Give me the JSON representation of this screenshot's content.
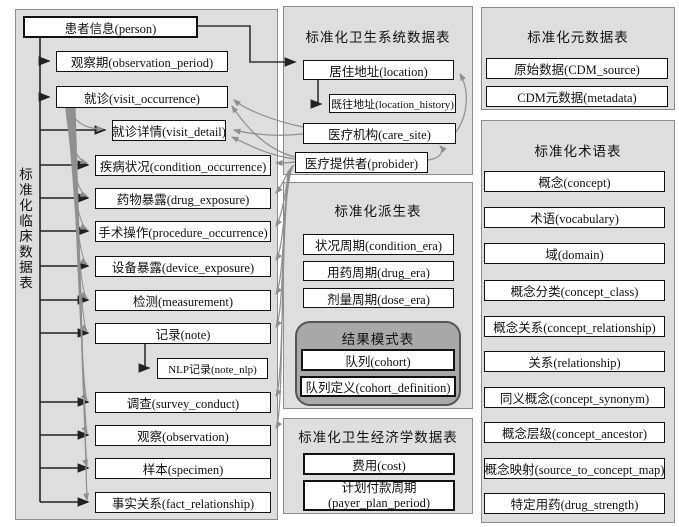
{
  "diagram": "OMOP CDM table structure diagram (Chinese)",
  "colors": {
    "panel_bg": "#dedede",
    "panel_border": "#8c8c8c",
    "box_bg": "#ffffff",
    "box_border": "#111111",
    "results_group_bg": "#a8a8a8",
    "arrow_black": "#222222",
    "arrow_gray": "#8f8f8f"
  },
  "panels": {
    "clinical": {
      "title": "标准化临床数据表",
      "items": [
        {
          "label": "患者信息(person)"
        },
        {
          "label": "观察期(observation_period)"
        },
        {
          "label": "就诊(visit_occurrence)"
        },
        {
          "label": "就诊详情(visit_detail)"
        },
        {
          "label": "疾病状况(condition_occurrence)"
        },
        {
          "label": "药物暴露(drug_exposure)"
        },
        {
          "label": "手术操作(procedure_occurrence)"
        },
        {
          "label": "设备暴露(device_exposure)"
        },
        {
          "label": "检测(measurement)"
        },
        {
          "label": "记录(note)"
        },
        {
          "label": "NLP记录(note_nlp)"
        },
        {
          "label": "调查(survey_conduct)"
        },
        {
          "label": "观察(observation)"
        },
        {
          "label": "样本(specimen)"
        },
        {
          "label": "事实关系(fact_relationship)"
        }
      ]
    },
    "health_system": {
      "title": "标准化卫生系统数据表",
      "items": [
        {
          "label": "居住地址(location)"
        },
        {
          "label": "既往地址(location_history)"
        },
        {
          "label": "医疗机构(care_site)"
        },
        {
          "label": "医疗提供者(probider)"
        }
      ]
    },
    "derived": {
      "title": "标准化派生表",
      "items": [
        {
          "label": "状况周期(condition_era)"
        },
        {
          "label": "用药周期(drug_era)"
        },
        {
          "label": "剂量周期(dose_era)"
        }
      ]
    },
    "results": {
      "title": "结果模式表",
      "items": [
        {
          "label": "队列(cohort)"
        },
        {
          "label": "队列定义(cohort_definition)"
        }
      ]
    },
    "economics": {
      "title": "标准化卫生经济学数据表",
      "items": [
        {
          "label": "费用(cost)"
        },
        {
          "label": "计划付款周期(payer_plan_period)"
        }
      ]
    },
    "metadata": {
      "title": "标准化元数据表",
      "items": [
        {
          "label": "原始数据(CDM_source)"
        },
        {
          "label": "CDM元数据(metadata)"
        }
      ]
    },
    "vocabulary": {
      "title": "标准化术语表",
      "items": [
        {
          "label": "概念(concept)"
        },
        {
          "label": "术语(vocabulary)"
        },
        {
          "label": "域(domain)"
        },
        {
          "label": "概念分类(concept_class)"
        },
        {
          "label": "概念关系(concept_relationship)"
        },
        {
          "label": "关系(relationship)"
        },
        {
          "label": "同义概念(concept_synonym)"
        },
        {
          "label": "概念层级(concept_ancestor)"
        },
        {
          "label": "概念映射(source_to_concept_map)"
        },
        {
          "label": "特定用药(drug_strength)"
        }
      ]
    }
  }
}
